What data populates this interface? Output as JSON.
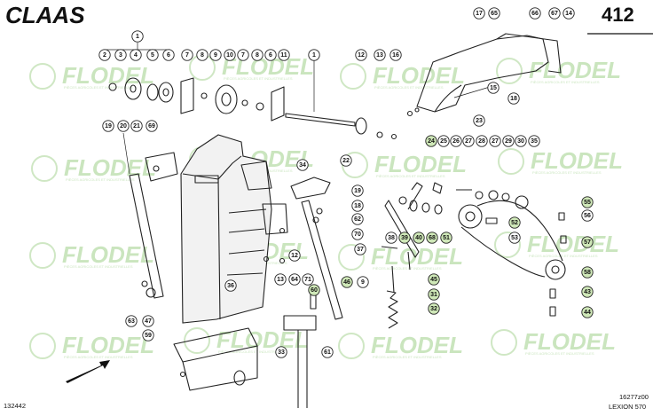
{
  "header": {
    "brand": "CLAAS",
    "page_number": "412"
  },
  "footer": {
    "left_code": "132442",
    "right_code": "16277z00",
    "model": "LEXION 570"
  },
  "watermark": {
    "brand": "FLODEL",
    "tagline": "PIÈCES AGRICOLES ET INDUSTRIELLES"
  },
  "callouts": [
    "1",
    "2",
    "3",
    "4",
    "5",
    "6",
    "7",
    "8",
    "9",
    "10",
    "7",
    "8",
    "6",
    "11",
    "1",
    "12",
    "13",
    "16",
    "17",
    "65",
    "66",
    "67",
    "14",
    "15",
    "18",
    "19",
    "20",
    "21",
    "69",
    "34",
    "22",
    "23",
    "24",
    "25",
    "26",
    "27",
    "28",
    "27",
    "29",
    "30",
    "35",
    "19",
    "18",
    "62",
    "70",
    "12",
    "13",
    "64",
    "71",
    "36",
    "37",
    "38",
    "39",
    "40",
    "68",
    "51",
    "52",
    "53",
    "55",
    "56",
    "57",
    "58",
    "43",
    "44",
    "45",
    "31",
    "32",
    "46",
    "9",
    "63",
    "47",
    "59",
    "60",
    "61",
    "33"
  ]
}
